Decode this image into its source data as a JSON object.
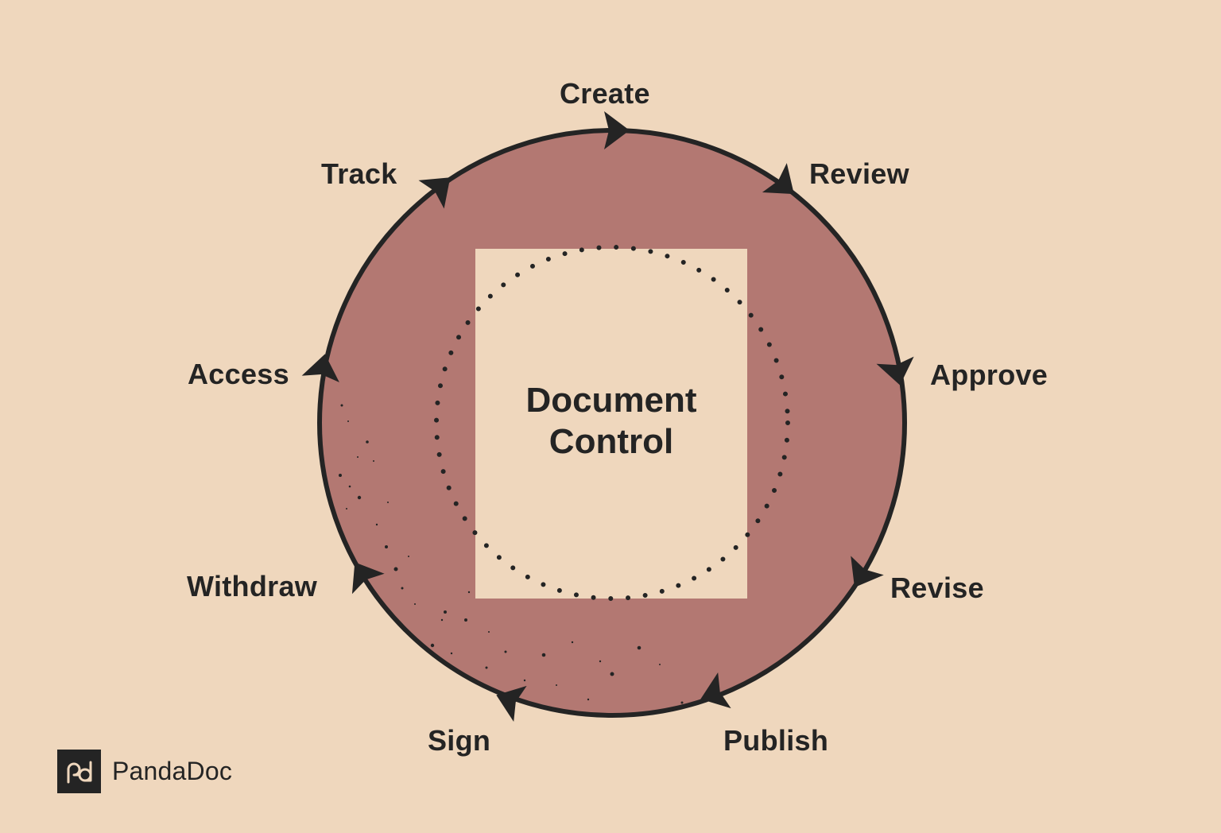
{
  "colors": {
    "background": "#efd7bd",
    "ring_fill": "#b37872",
    "ink": "#242424",
    "center_panel": "#efd7bd"
  },
  "diagram": {
    "type": "cycle",
    "center": {
      "line1": "Document",
      "line2": "Control"
    },
    "direction": "clockwise",
    "stages": [
      {
        "label": "Create"
      },
      {
        "label": "Review"
      },
      {
        "label": "Approve"
      },
      {
        "label": "Revise"
      },
      {
        "label": "Publish"
      },
      {
        "label": "Sign"
      },
      {
        "label": "Withdraw"
      },
      {
        "label": "Access"
      },
      {
        "label": "Track"
      }
    ]
  },
  "brand": {
    "logo_icon": "pandadoc-logo-icon",
    "name": "PandaDoc"
  }
}
